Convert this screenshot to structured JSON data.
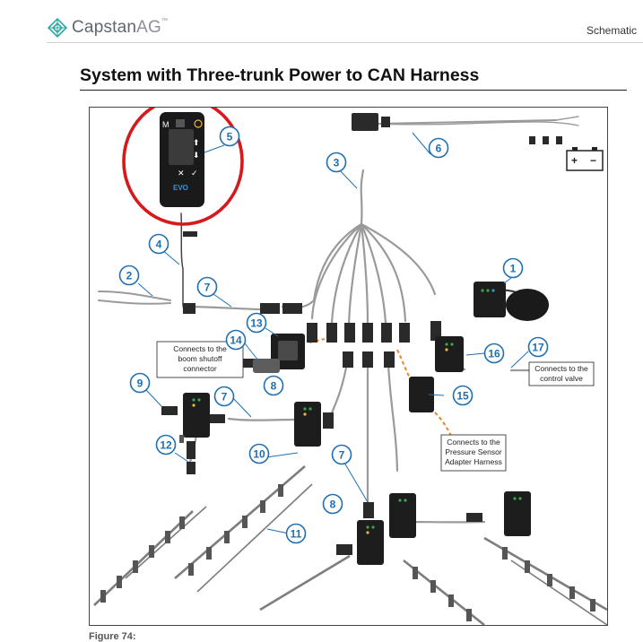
{
  "header": {
    "brand_main": "Capstan",
    "brand_sub": "AG",
    "brand_tm": "™",
    "section_label": "Schematic"
  },
  "page_title": "System with Three-trunk Power to CAN Harness",
  "figure_caption": "Figure 74:",
  "diagram": {
    "callouts": [
      "1",
      "2",
      "3",
      "4",
      "5",
      "6",
      "7",
      "7",
      "7",
      "8",
      "8",
      "9",
      "10",
      "11",
      "12",
      "13",
      "14",
      "15",
      "16",
      "17"
    ],
    "notes": {
      "boom_shutoff": [
        "Connects to the",
        "boom shutoff",
        "connector"
      ],
      "control_valve": [
        "Connects to the",
        "control valve"
      ],
      "pressure_sensor": [
        "Connects to the",
        "Pressure Sensor",
        "Adapter Harness"
      ]
    },
    "display_keys": {
      "menu": "M",
      "ok": "✓",
      "cancel": "✕",
      "brand": "EVO"
    },
    "battery_symbols": {
      "plus": "+",
      "minus": "−"
    },
    "highlight_color": "#d7191c",
    "callout_color": "#1e6fb3"
  }
}
